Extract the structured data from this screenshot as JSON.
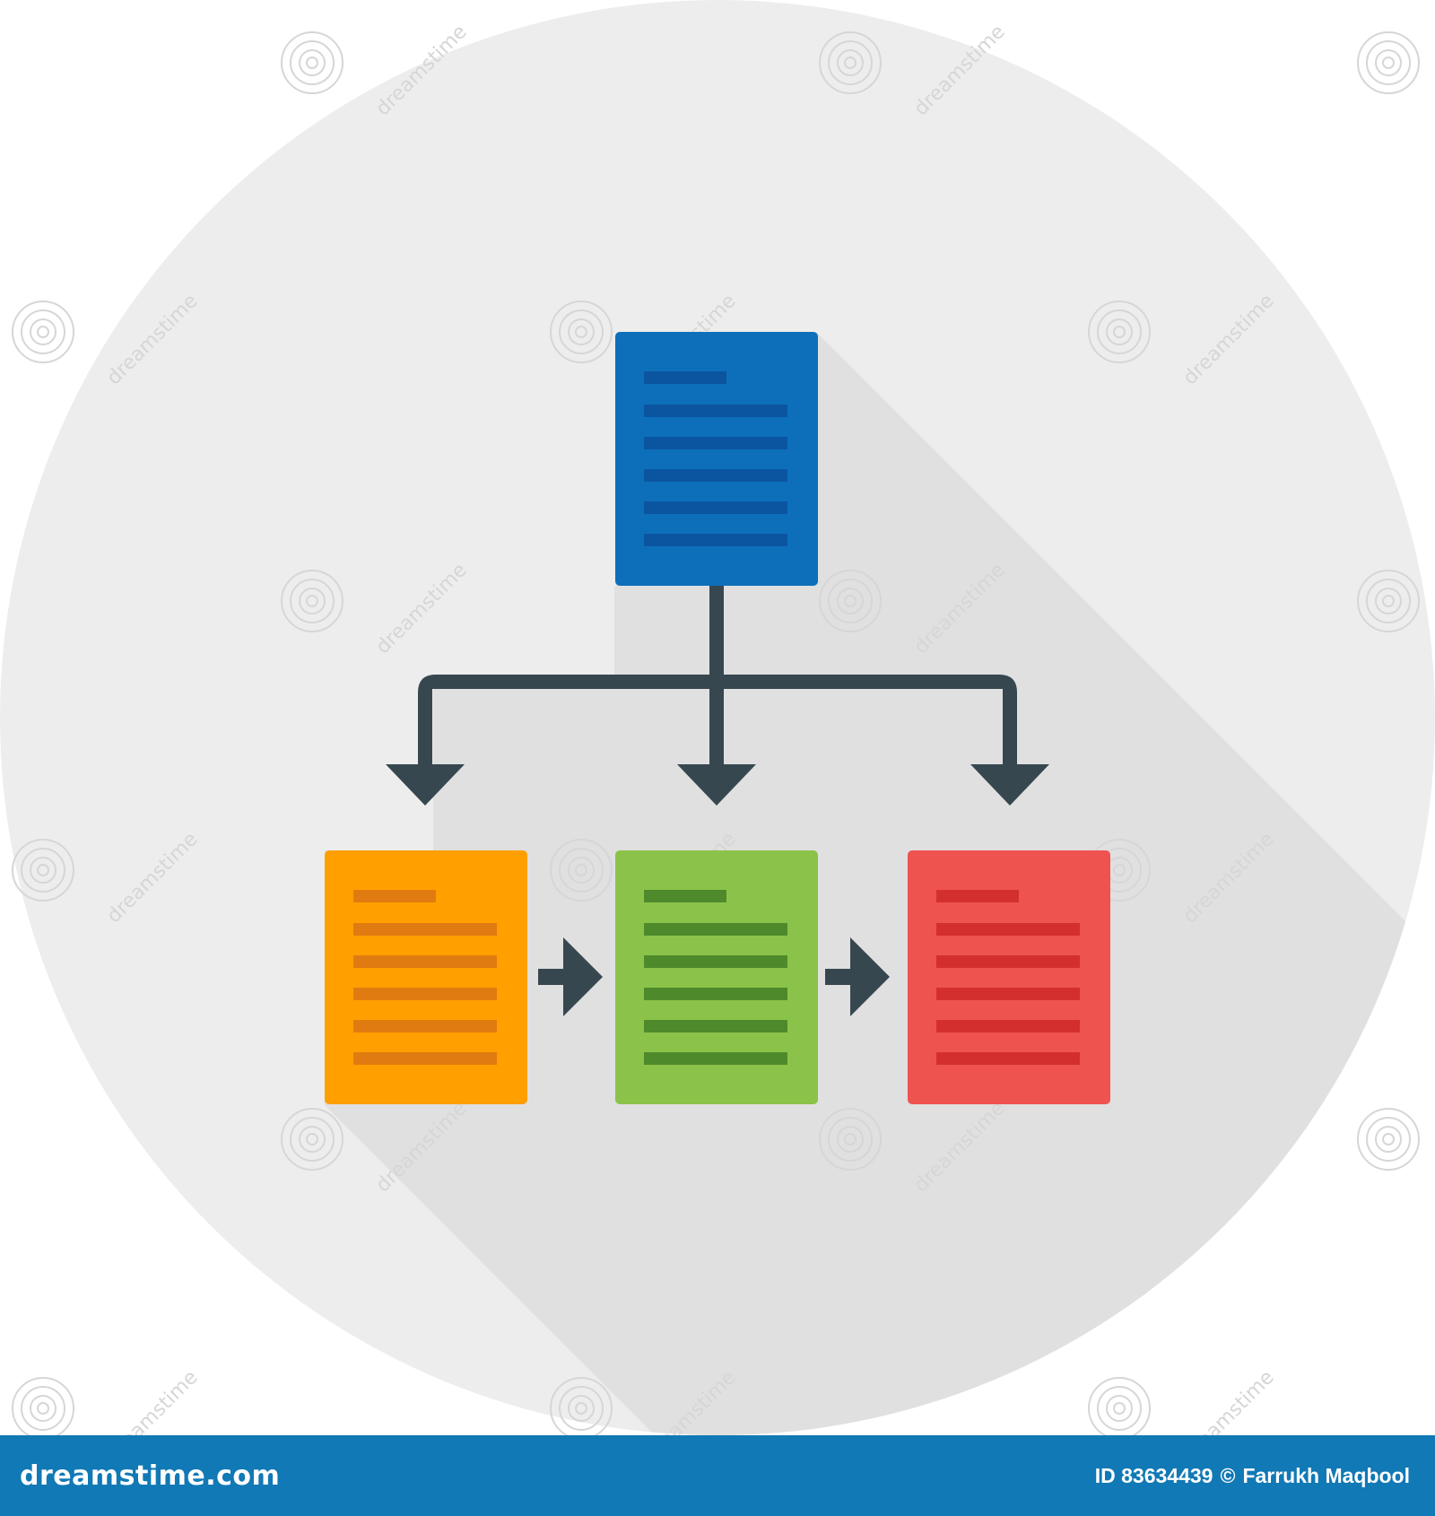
{
  "colors": {
    "background": "#ffffff",
    "circle": "#ededed",
    "long_shadow": "#e0e0e0",
    "connector": "#37474f",
    "footer": "#1179b5",
    "footer_text": "#ffffff",
    "watermark": "#d6d6d6"
  },
  "diagram": {
    "root_document": {
      "name": "root-document",
      "fill": "#0d6fba",
      "line_color": "#0b55a0"
    },
    "child_documents": [
      {
        "name": "orange-document",
        "fill": "#ff9f00",
        "line_color": "#e07b12"
      },
      {
        "name": "green-document",
        "fill": "#8bc34a",
        "line_color": "#4e8a2c"
      },
      {
        "name": "red-document",
        "fill": "#ef5350",
        "line_color": "#d32f2f"
      }
    ],
    "connectors": [
      "branch-down-arrows",
      "sequence-arrow-orange-to-green",
      "sequence-arrow-green-to-red"
    ]
  },
  "watermark": {
    "text": "dreamstime",
    "icon": "spiral-icon"
  },
  "footer": {
    "site_logo": "dreamstime.com",
    "id_label": "ID 83634439",
    "copyright_symbol": "©",
    "author": "Farrukh Maqbool"
  }
}
